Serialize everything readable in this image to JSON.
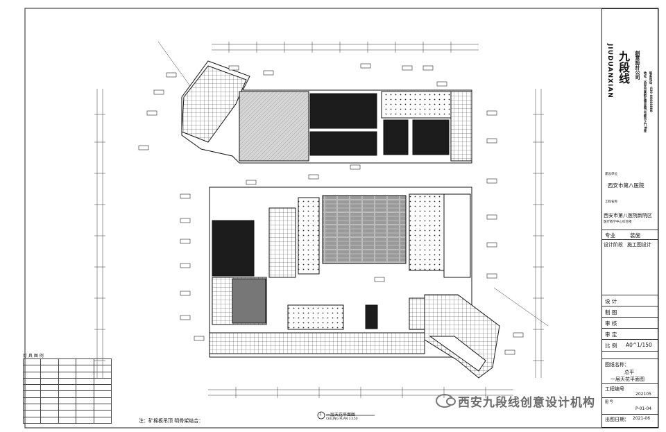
{
  "title_block": {
    "brand_pinyin": "JIUDUANXIAN",
    "brand_cn": "九段线",
    "brand_tag": "創意設計公司",
    "address": "地址：西安市高新区锦业路1号都市之门B座",
    "phone": "联系电话：029-88888888",
    "client_label": "建设单位",
    "client": "西安市第八医院",
    "project_label": "工程名称",
    "project_line1": "西安市第八医院新院区",
    "project_line2": "医疗教学中心综合楼",
    "specialty_label": "专业",
    "specialty_value": "装施",
    "phase_label": "设计阶段",
    "phase_value": "施工图设计",
    "roles": [
      "设  计",
      "制  图",
      "审  核",
      "审  定"
    ],
    "scale_label": "比  例",
    "scale_value": "A0^1/150",
    "drawing_name_label": "图纸名称：",
    "drawing_name_1": "总平",
    "drawing_name_2": "一层天花平面图",
    "project_no_label": "工程编号",
    "project_no": "202105",
    "drawing_no_label": "图  号",
    "drawing_no": "P-01-04",
    "date_label": "出图日期：",
    "date": "2021-06"
  },
  "plan": {
    "title": "一层天花平面图",
    "subtitle": "CEILING PLAN  1:150",
    "marker": "1",
    "note": "注：矿棉板吊顶 明骨架结合："
  },
  "legend": {
    "title": "灯 具 图 例"
  },
  "watermark": "西安九段线创意设计机构"
}
